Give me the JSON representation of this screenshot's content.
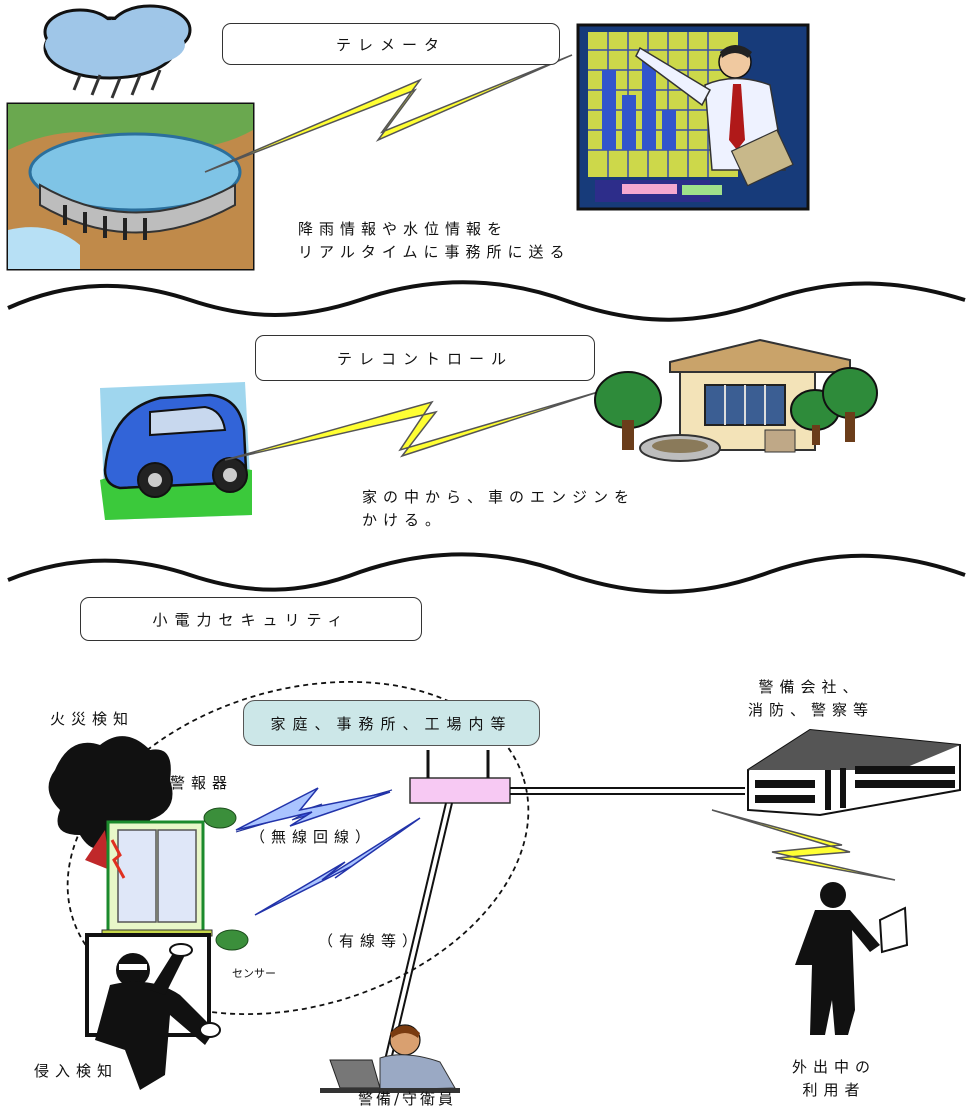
{
  "section1": {
    "title": "テレメータ",
    "desc_line1": "降雨情報や水位情報を",
    "desc_line2": "リアルタイムに事務所に送る"
  },
  "section2": {
    "title": "テレコントロール",
    "desc_line1": "家の中から、車のエンジンを",
    "desc_line2": "かける。"
  },
  "section3": {
    "title": "小電力セキュリティ",
    "zone_label": "家庭、事務所、工場内等",
    "fire_detect": "火災検知",
    "alarm": "警報器",
    "wireless": "（無線回線）",
    "wired": "（有線等）",
    "sensor": "センサー",
    "intrusion": "侵入検知",
    "guard": "警備/守衛員",
    "security_line1": "警備会社、",
    "security_line2": "消防、警察等",
    "user_line1": "外出中の",
    "user_line2": "利用者"
  }
}
